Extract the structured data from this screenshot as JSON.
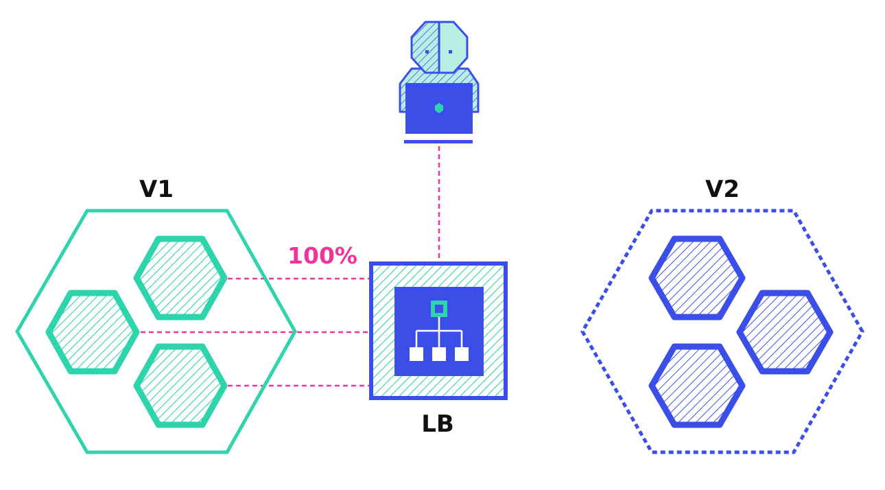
{
  "labels": {
    "v1": "V1",
    "v2": "V2",
    "lb": "LB",
    "traffic": "100%"
  },
  "colors": {
    "v1": "#2DD4AC",
    "v2": "#3B4FE8",
    "traffic_line": "#F0349C",
    "user": "#3B4FE8",
    "user_light": "#B9EEE5"
  },
  "icons": {
    "user": "user-at-laptop-icon",
    "load_balancer": "network-hierarchy-icon",
    "instance": "hexagon-instance-icon"
  },
  "groups": [
    {
      "name": "V1",
      "instances": 3,
      "traffic_percent": 100,
      "state": "active"
    },
    {
      "name": "V2",
      "instances": 3,
      "traffic_percent": 0,
      "state": "standby"
    }
  ]
}
